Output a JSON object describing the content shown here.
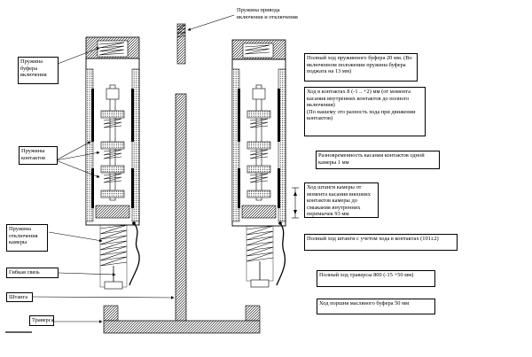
{
  "colors": {
    "line": "#000000",
    "hatch": "#000000",
    "background": "#ffffff"
  },
  "labels": {
    "drive_spring": "Пружина привода включения и отключения",
    "buffer_spring": "Пружина буфера включения",
    "contact_springs": "Пружины контактов",
    "opening_spring": "Пружина отключения камеры",
    "flex_link": "Гибкая связь",
    "rod": "Штанга",
    "traverse": "Траверса"
  },
  "notes": {
    "buffer_travel": "Полный ход пружинного буфера 20 мм. (Во включенном положении пружина буфера поджата на 13 мм)",
    "contact_travel": "Ход в контактах 8 (-1 .. +2) мм (от момента касания внутренних контактов до полного включения)",
    "contact_travel_note": "(По нашему это разность хода при движении контактов)",
    "simultaneity": "Разновременность касания контактов одной камеры 1 мм",
    "rod_travel": "Ход штанги камеры от момента касания внешних контактов камеры до смыкания внутренних перемычек  93 мм",
    "full_rod_travel": "Полный ход штанги с учетом хода в контактах (101±2)",
    "traverse_travel": "Полный ход траверсы 800 (-15 +50 мм)",
    "oil_buffer": "Ход поршня масляного буфера 50 мм"
  }
}
